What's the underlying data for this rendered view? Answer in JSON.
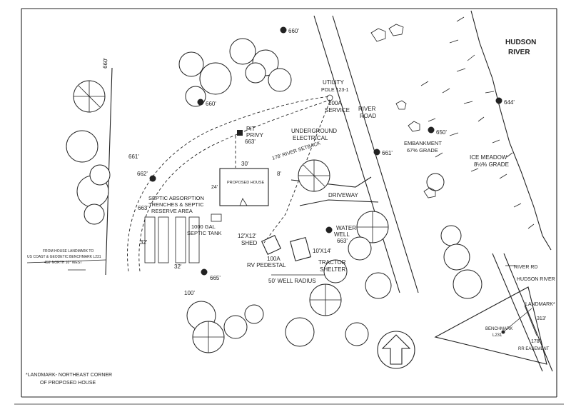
{
  "labels": {
    "hudson_river": [
      "HUDSON",
      "RIVER"
    ],
    "elev_660_top": "660'",
    "elev_660_left": "660'",
    "elev_660_mid": "660'",
    "elev_661_a": "661'",
    "elev_661_b": "661'",
    "elev_662": "662'",
    "elev_663_privy": "663'",
    "elev_663_septic": "663'",
    "elev_663_well": "663'",
    "elev_650": "650'",
    "elev_644": "644'",
    "elev_665": "665'",
    "utility_pole": [
      "UTILITY",
      "POLE 123-1"
    ],
    "service": [
      "200A",
      "SERVICE"
    ],
    "river_road": [
      "RIVER",
      "ROAD"
    ],
    "underground": [
      "UNDERGROUND",
      "ELECTRICAL"
    ],
    "pit_privy": [
      "PIT",
      "PRIVY"
    ],
    "river_setback": "178' RIVER SETBACK",
    "house": "PROPOSED HOUSE",
    "dim_30": "30'",
    "dim_8": "8'",
    "dim_24": "24'",
    "septic_area": [
      "SEPTIC ABSORPTION",
      "TRENCHES & SEPTIC",
      "RESERVE AREA"
    ],
    "septic_tank": [
      "1000 GAL",
      "SEPTIC TANK"
    ],
    "dim_32_v": "32'",
    "dim_32_h": "32'",
    "shed": [
      "12'X12'",
      "SHED"
    ],
    "rv_pedestal": [
      "100A",
      "RV PEDESTAL"
    ],
    "tractor": [
      "10'X14'",
      "TRACTOR",
      "SHELTER"
    ],
    "water_well": [
      "WATER",
      "WELL"
    ],
    "well_radius": "50' WELL RADIUS",
    "driveway": "DRIVEWAY",
    "embankment": [
      "EMBANKMENT",
      "67% GRADE"
    ],
    "ice_meadow": [
      "ICE MEADOW",
      "8½% GRADE"
    ],
    "benchmark_note": [
      "FROM HOUSE LANDMARK TO",
      "US COAST & GEODETIC BENCHMARK L231",
      "450' NORTH 10° WEST"
    ],
    "dim_100": "100'",
    "landmark_note": [
      "*LANDMARK- NORTHEAST CORNER",
      "OF PROPOSED HOUSE"
    ],
    "inset": {
      "river_rd": "RIVER RD",
      "hudson_river": "HUDSON RIVER",
      "landmark": "LANDMARK*",
      "dim_313": "313'",
      "benchmark": [
        "BENCHMARK",
        "L231"
      ],
      "dim_178": "178'",
      "easement": "RR EASEMENT"
    }
  },
  "icons": [
    "north-arrow-icon",
    "benchmark-marker-icon",
    "tree-icon",
    "rock-icon"
  ]
}
